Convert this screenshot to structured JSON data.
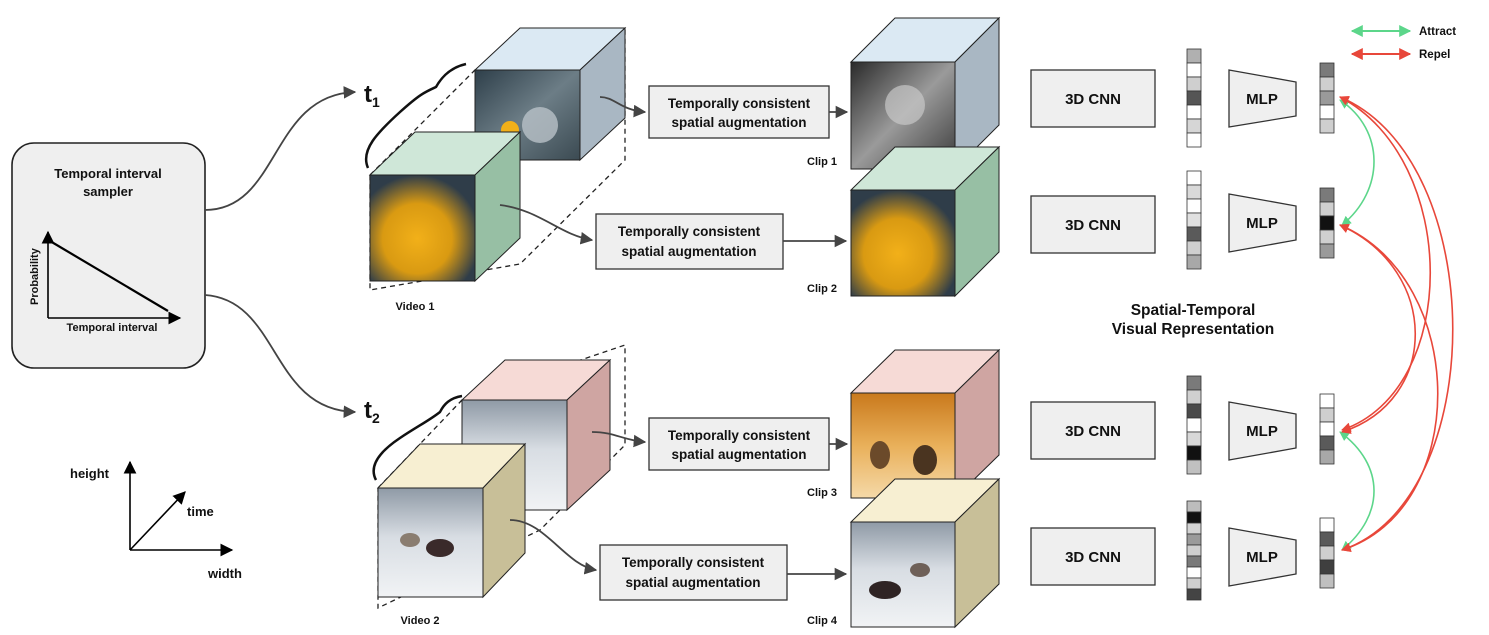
{
  "sampler": {
    "title_line1": "Temporal interval",
    "title_line2": "sampler",
    "y_axis_label": "Probability",
    "x_axis_label": "Temporal interval"
  },
  "intervals": {
    "t1_base": "t",
    "t1_sub": "1",
    "t2_base": "t",
    "t2_sub": "2"
  },
  "videos": {
    "video1": "Video 1",
    "video2": "Video 2"
  },
  "augmentation": {
    "line1": "Temporally consistent",
    "line2": "spatial augmentation"
  },
  "clips": [
    "Clip 1",
    "Clip 2",
    "Clip 3",
    "Clip 4"
  ],
  "encoder": {
    "cnn": "3D CNN",
    "mlp": "MLP"
  },
  "representation": {
    "line1": "Spatial-Temporal",
    "line2": "Visual Representation"
  },
  "legend": {
    "attract": "Attract",
    "repel": "Repel",
    "attract_color": "#5cd68a",
    "repel_color": "#e8473a"
  },
  "axes_legend": {
    "height": "height",
    "time": "time",
    "width": "width"
  },
  "feature_vectors": {
    "cnn_out": [
      [
        "#b0b0b0",
        "#ffffff",
        "#cfcfcf",
        "#555555",
        "#ffffff",
        "#d6d6d6",
        "#ffffff"
      ],
      [
        "#ffffff",
        "#d9d9d9",
        "#ffffff",
        "#e0e0e0",
        "#5a5a5a",
        "#cfcfcf",
        "#a8a8a8"
      ],
      [
        "#7a7a7a",
        "#d0d0d0",
        "#4a4a4a",
        "#ffffff",
        "#d8d8d8",
        "#111111",
        "#c0c0c0"
      ],
      [
        "#bdbdbd",
        "#111111",
        "#d3d3d3",
        "#9a9a9a",
        "#cfcfcf",
        "#7a7a7a",
        "#ffffff",
        "#cfcfcf",
        "#444444"
      ]
    ],
    "mlp_out": [
      [
        "#7a7a7a",
        "#cfcfcf",
        "#9a9a9a",
        "#ffffff",
        "#cfcfcf"
      ],
      [
        "#7a7a7a",
        "#cfcfcf",
        "#111111",
        "#cfcfcf",
        "#9a9a9a"
      ],
      [
        "#ffffff",
        "#cfcfcf",
        "#ffffff",
        "#5a5a5a",
        "#a8a8a8"
      ],
      [
        "#ffffff",
        "#5a5a5a",
        "#cfcfcf",
        "#3f3f3f",
        "#bfbfbf"
      ]
    ]
  }
}
